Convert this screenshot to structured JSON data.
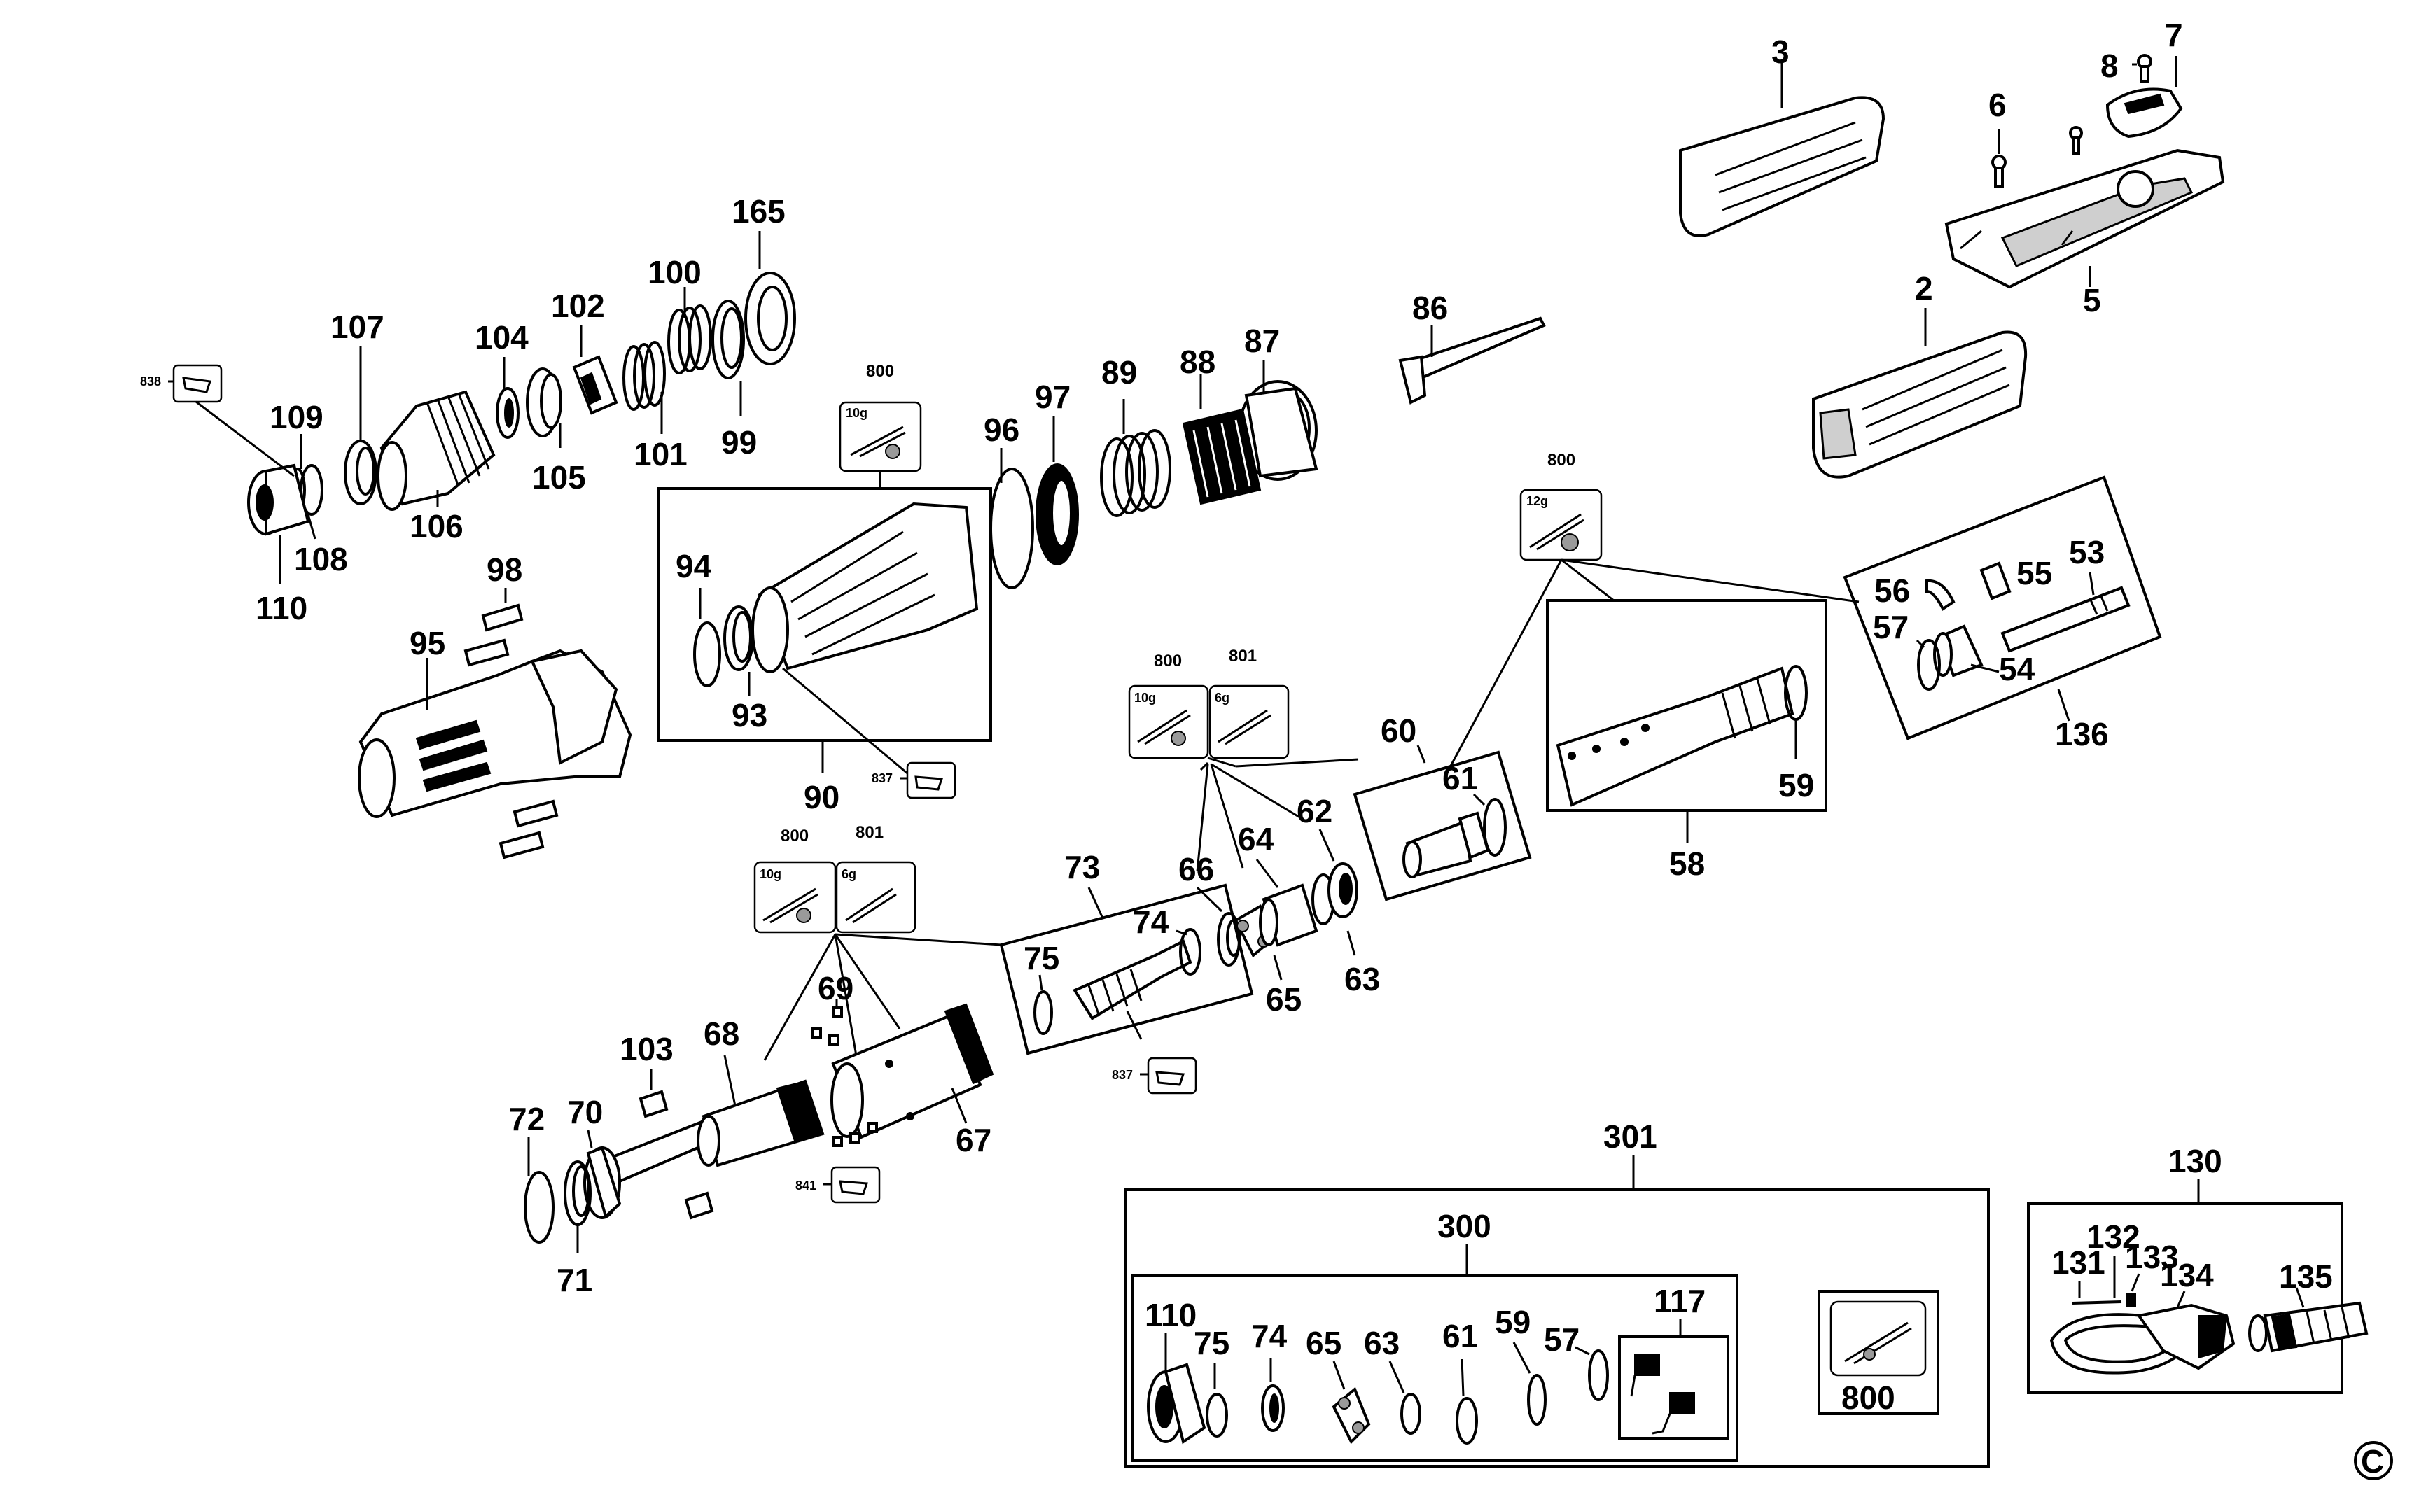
{
  "labels": {
    "p2": "2",
    "p3": "3",
    "p5": "5",
    "p6": "6",
    "p7": "7",
    "p8": "8",
    "p53": "53",
    "p54": "54",
    "p55": "55",
    "p56": "56",
    "p57": "57",
    "p58": "58",
    "p59": "59",
    "p60": "60",
    "p61": "61",
    "p62": "62",
    "p63": "63",
    "p64": "64",
    "p65": "65",
    "p66": "66",
    "p67": "67",
    "p68": "68",
    "p69": "69",
    "p70": "70",
    "p71": "71",
    "p72": "72",
    "p73": "73",
    "p74": "74",
    "p75": "75",
    "p86": "86",
    "p87": "87",
    "p88": "88",
    "p89": "89",
    "p90": "90",
    "p93": "93",
    "p94": "94",
    "p95": "95",
    "p96": "96",
    "p97": "97",
    "p98": "98",
    "p99": "99",
    "p100": "100",
    "p101": "101",
    "p102": "102",
    "p103": "103",
    "p104": "104",
    "p105": "105",
    "p106": "106",
    "p107": "107",
    "p108": "108",
    "p109": "109",
    "p110": "110",
    "p130": "130",
    "p131": "131",
    "p132": "132",
    "p133": "133",
    "p134": "134",
    "p135": "135",
    "p136": "136",
    "p165": "165",
    "p300": "300",
    "p301": "301",
    "k_110": "110",
    "k_75": "75",
    "k_74": "74",
    "k_65": "65",
    "k_63": "63",
    "k_61": "61",
    "k_59": "59",
    "k_57": "57",
    "k_117": "117",
    "k_800": "800"
  },
  "kits": {
    "k800_a": "800",
    "k800_a_qty": "10g",
    "k800_b": "800",
    "k800_b_qty": "12g",
    "k800_c": "800",
    "k800_c_qty": "10g",
    "k801_c": "801",
    "k801_c_qty": "6g",
    "k800_d": "800",
    "k800_d_qty": "10g",
    "k801_d": "801",
    "k801_d_qty": "6g"
  },
  "tags": {
    "t838": "838",
    "t837_a": "837",
    "t837_b": "837",
    "t841": "841"
  },
  "copyright": "C"
}
